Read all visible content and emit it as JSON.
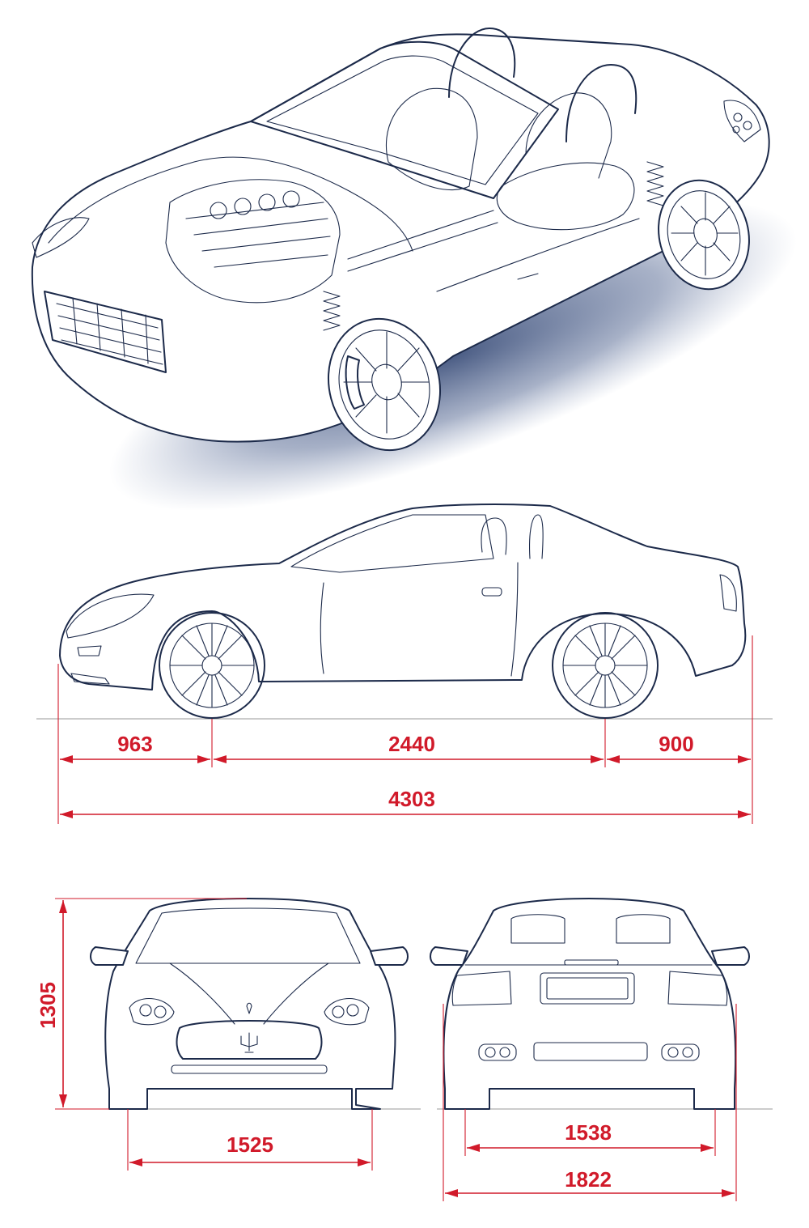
{
  "dimensions": {
    "front_overhang": "963",
    "wheelbase": "2440",
    "rear_overhang": "900",
    "overall_length": "4303",
    "height": "1305",
    "front_track": "1525",
    "rear_track": "1538",
    "overall_width": "1822"
  },
  "colors": {
    "line_art": "#1c2a4a",
    "dimension_red": "#d11a2a",
    "shadow": "#2a3f6e"
  },
  "views": [
    "cutaway-perspective",
    "side-elevation",
    "front-elevation",
    "rear-elevation"
  ]
}
